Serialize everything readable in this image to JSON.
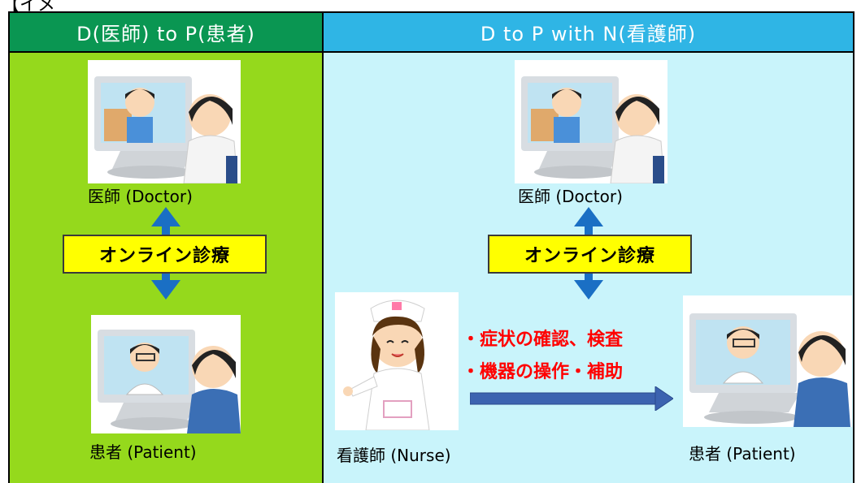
{
  "top_label": "【イメージ】",
  "left": {
    "header": "D(医師) to P(患者)",
    "doctor_label": "医師 (Doctor)",
    "tag": "オンライン診療",
    "patient_label": "患者 (Patient)"
  },
  "right": {
    "header": "D to P with N(看護師)",
    "doctor_label": "医師 (Doctor)",
    "tag": "オンライン診療",
    "nurse_label": "看護師 (Nurse)",
    "patient_label": "患者 (Patient)",
    "nurse_tasks": [
      "・症状の確認、検査",
      "・機器の操作・補助"
    ]
  },
  "colors": {
    "left_header": "#0a9652",
    "left_panel": "#95d91c",
    "right_header": "#2fb5e5",
    "right_panel": "#c9f4fb",
    "tag_bg": "#ffff00",
    "arrow": "#1a6fc4",
    "task_text": "#ff0000"
  }
}
